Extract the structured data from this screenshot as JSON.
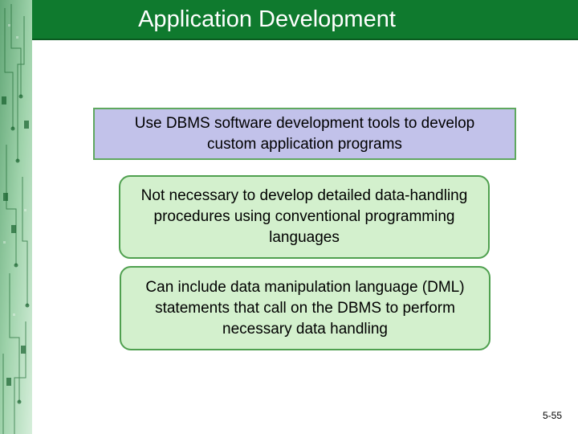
{
  "slide": {
    "title": "Application Development",
    "boxes": [
      {
        "text": "Use DBMS software development tools to develop custom application programs"
      },
      {
        "text": "Not necessary to develop detailed data-handling procedures using conventional programming languages"
      },
      {
        "text": "Can include data manipulation language (DML) statements that call on the DBMS to perform necessary data handling"
      }
    ],
    "page_number": "5-55"
  },
  "colors": {
    "title_bar": "#0f7a2e",
    "box_top_fill": "#c2c2ea",
    "box_fill": "#d3f0cd",
    "box_border": "#4fa04f"
  }
}
